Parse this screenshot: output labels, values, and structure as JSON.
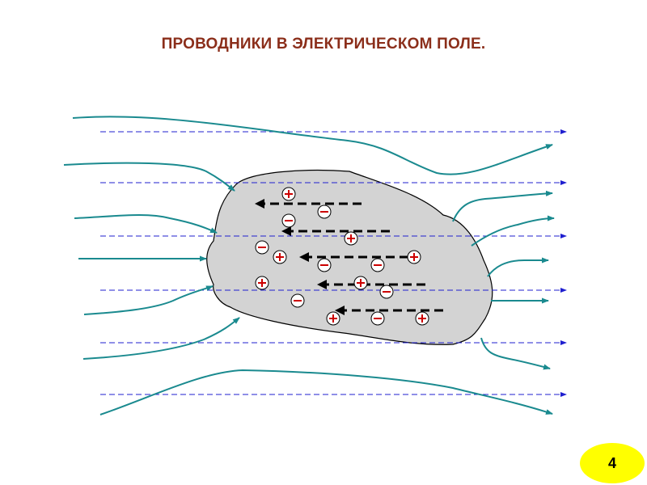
{
  "slide": {
    "title": "ПРОВОДНИКИ В ЭЛЕКТРИЧЕСКОМ ПОЛЕ.",
    "page_number": "4"
  },
  "colors": {
    "title": "#8B2E1A",
    "field_line": "#1A8A8F",
    "dashed_line": "#1F1FCF",
    "conductor_fill": "#D3D3D3",
    "charge_plus": "#CC0000",
    "charge_minus": "#000000",
    "badge": "#FFFF00"
  },
  "diagram": {
    "external_field_lines": 7,
    "external_field_direction": "left-to-right",
    "internal_field_direction": "right-to-left",
    "positive_charges": 8,
    "negative_charges": 8,
    "internal_arrows": 5
  }
}
